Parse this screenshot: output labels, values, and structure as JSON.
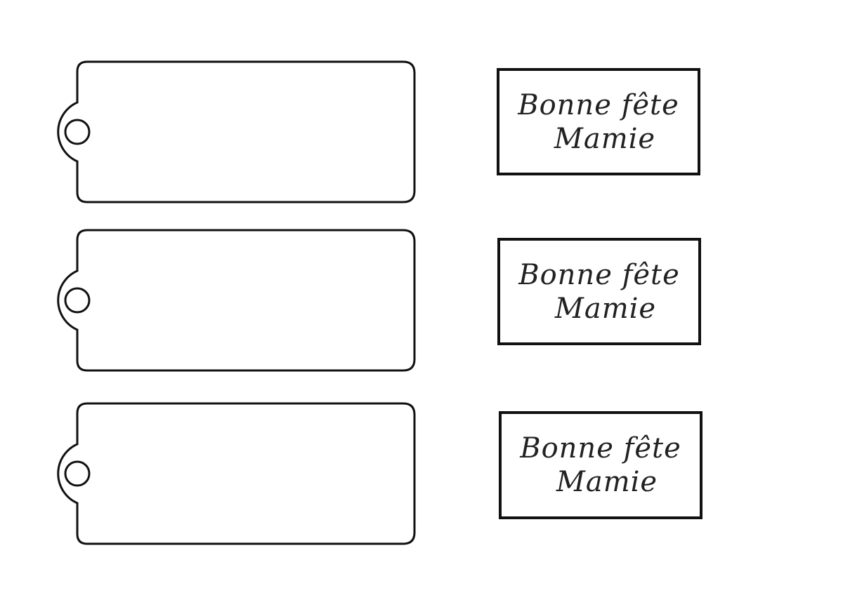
{
  "labels": [
    {
      "line1": "Bonne fête",
      "line2": "Mamie"
    },
    {
      "line1": "Bonne fête",
      "line2": "Mamie"
    },
    {
      "line1": "Bonne fête",
      "line2": "Mamie"
    }
  ],
  "colors": {
    "outline": "#111111",
    "background": "#ffffff"
  }
}
